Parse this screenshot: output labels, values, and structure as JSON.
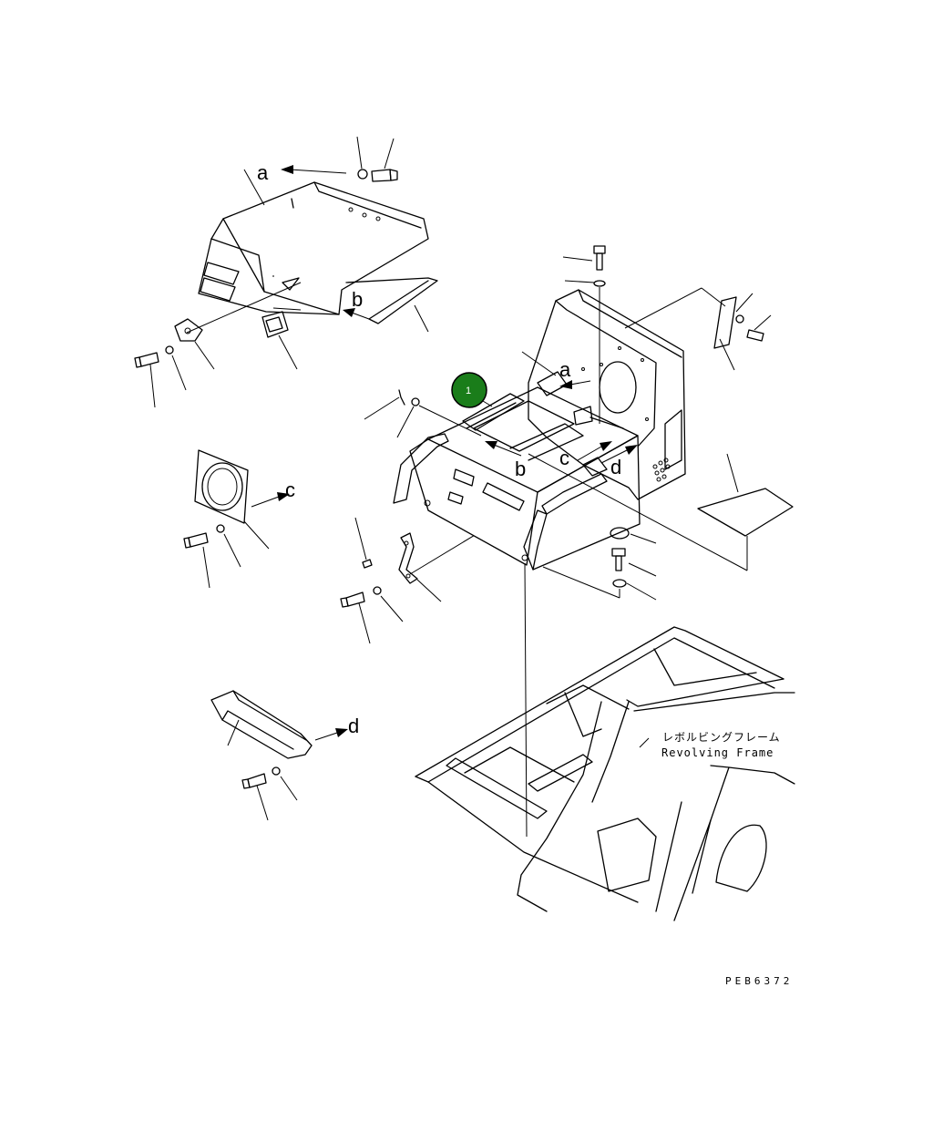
{
  "callouts": [
    {
      "number": "1",
      "color": "#1a7d1a"
    }
  ],
  "labels": {
    "a_top": "a",
    "b_top": "b",
    "a_main": "a",
    "b_main": "b",
    "c_main": "c",
    "d_main": "d",
    "c_fan": "c",
    "d_duct": "d"
  },
  "frame_caption": {
    "japanese": "レボルビングフレーム",
    "english": "Revolving Frame"
  },
  "drawing_code": "PEB6372"
}
